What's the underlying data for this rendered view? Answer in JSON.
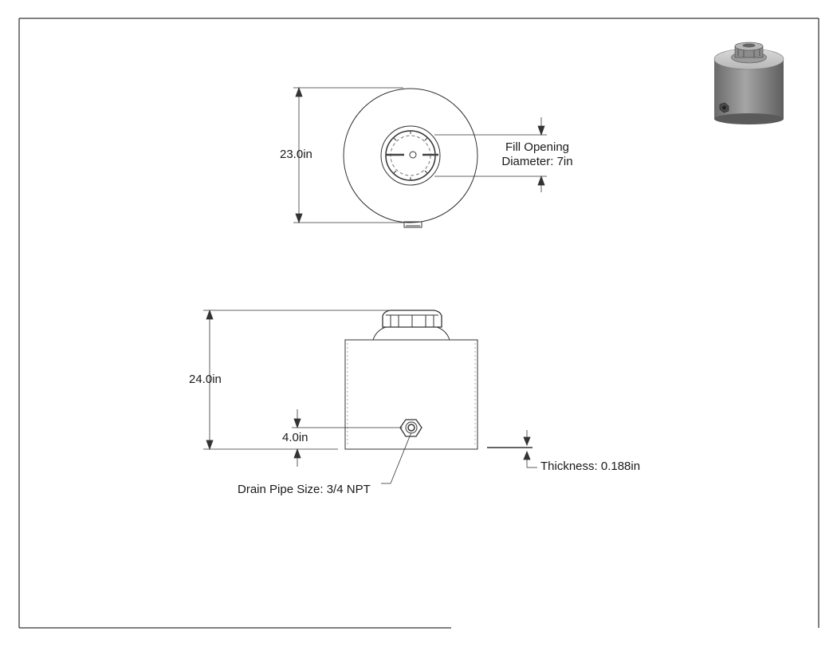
{
  "top_view": {
    "dim_diameter": "23.0in",
    "fill_opening_line1": "Fill Opening",
    "fill_opening_line2": "Diameter: 7in"
  },
  "side_view": {
    "dim_height": "24.0in",
    "dim_drain_height": "4.0in",
    "drain_pipe": "Drain Pipe Size: 3/4 NPT",
    "thickness": "Thickness: 0.188in"
  },
  "colors": {
    "line": "#333333",
    "frame": "#000000",
    "shade_dark": "#5a5a5a",
    "shade_light": "#a8a8a8"
  }
}
